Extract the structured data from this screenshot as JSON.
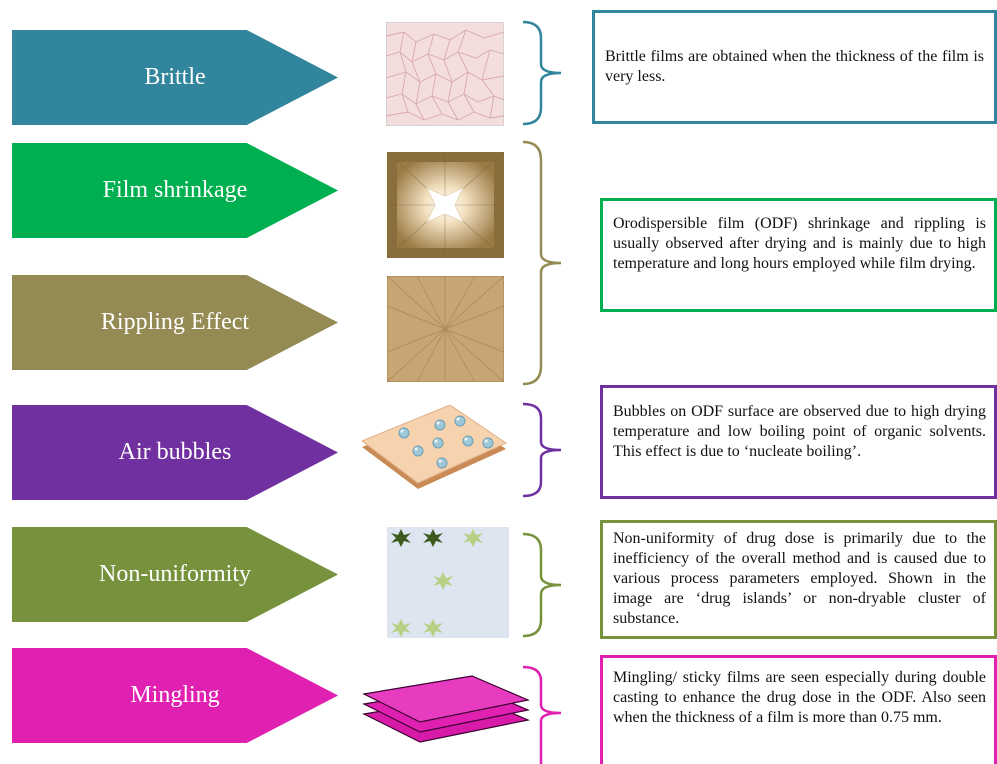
{
  "rows": [
    {
      "label": "Brittle",
      "color": "#31859c",
      "text": "Brittle films are obtained when the thickness of the film is very less."
    },
    {
      "label": "Film shrinkage",
      "color": "#00b050",
      "text": "Orodispersible film (ODF) shrinkage and rippling is usually observed after drying and is mainly due to high temperature and long hours employed while film drying."
    },
    {
      "label": "Rippling Effect",
      "color": "#948a54"
    },
    {
      "label": "Air bubbles",
      "color": "#7030a0",
      "text": "Bubbles on ODF surface are observed due to high drying temperature and low boiling point of organic solvents. This effect is due to ‘nucleate boiling’."
    },
    {
      "label": "Non-uniformity",
      "color": "#76923c",
      "text": "Non-uniformity of drug dose is primarily due to the inefficiency of the overall method and is caused due to various process parameters employed. Shown in the image are ‘drug islands’ or non-dryable cluster of substance."
    },
    {
      "label": "Mingling",
      "color": "#e020b0",
      "text": "Mingling/ sticky films are seen especially during double casting to enhance the drug dose in the ODF. Also seen when the thickness of a film is more than 0.75 mm."
    }
  ],
  "colors": {
    "brittle_border": "#31859c",
    "shrinkage_border": "#00b050",
    "bubbles_border": "#7030a0",
    "nonuniform_border": "#76923c",
    "mingling_border": "#e020b0",
    "brace_rippling": "#948a54"
  }
}
